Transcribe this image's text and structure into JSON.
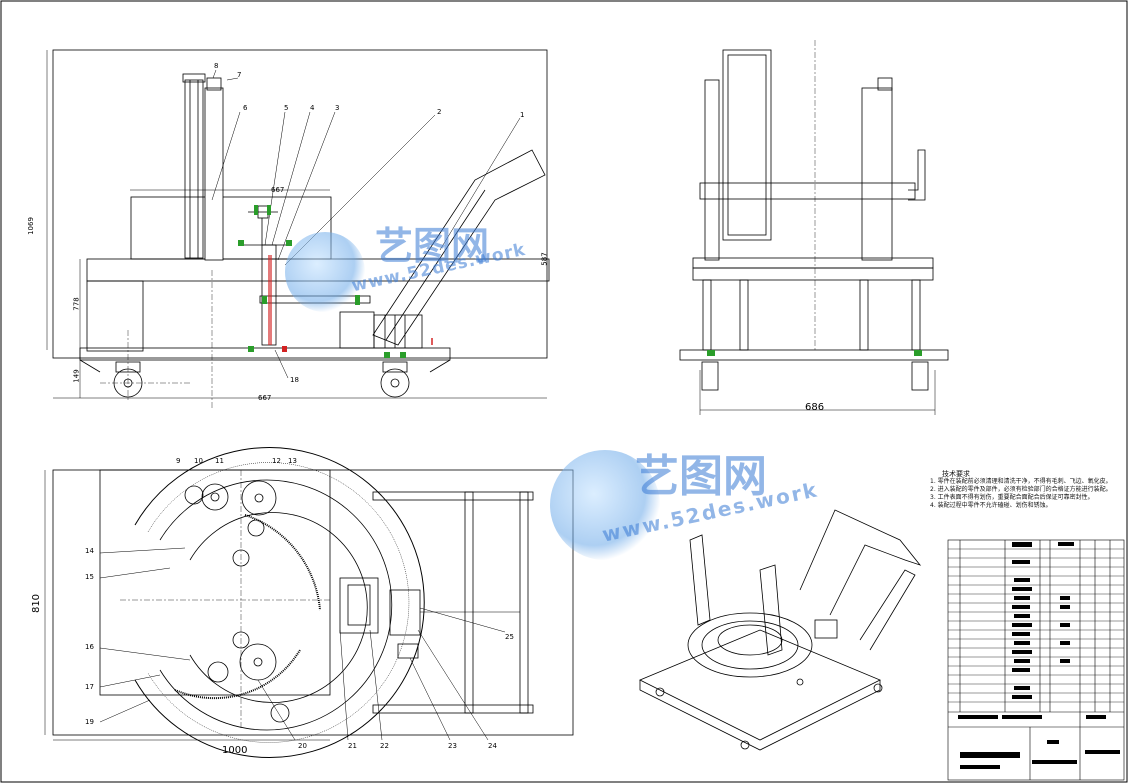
{
  "watermark": {
    "cn": "艺图网",
    "url": "www.52des.work"
  },
  "top_view_left": {
    "dims": {
      "height": "1069",
      "mid_height": "778",
      "base": "149",
      "width_top": "667",
      "width_bottom": "667",
      "right_height": "587"
    },
    "part_numbers": [
      "8",
      "7",
      "6",
      "5",
      "4",
      "3",
      "2",
      "1",
      "18"
    ]
  },
  "top_view_right": {
    "dims": {
      "width": "686"
    }
  },
  "plan_view": {
    "dims": {
      "width": "1000",
      "height": "810"
    },
    "part_numbers": [
      "9",
      "10",
      "11",
      "12",
      "13",
      "14",
      "15",
      "16",
      "17",
      "19",
      "20",
      "21",
      "22",
      "23",
      "24",
      "25"
    ]
  },
  "tech_notes": {
    "title": "技术要求",
    "items": [
      "1. 零件在装配前必须清理和清洗干净，不得有毛刺、飞边、氧化皮。",
      "2. 进入装配的零件及部件，必须有检验部门的合格证方能进行装配。",
      "3. 工件表面不得有划伤，重要配合面配合后保证可靠密封性。",
      "4. 装配过程中零件不允许磕碰、划伤和锈蚀。"
    ]
  },
  "colors": {
    "line": "#000000",
    "accent": "#3a7bd5",
    "green": "#2a9d2a",
    "red": "#d22222"
  }
}
